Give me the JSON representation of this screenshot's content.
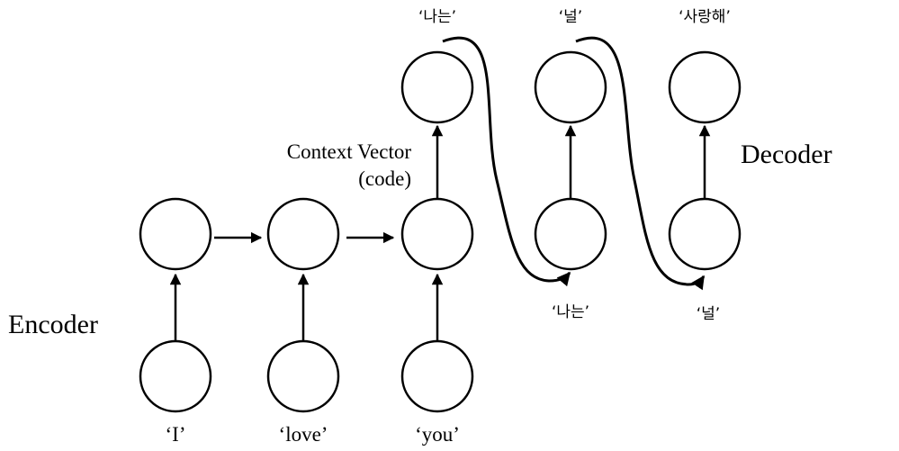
{
  "labels": {
    "encoder": "Encoder",
    "decoder": "Decoder",
    "context_vector": "Context Vector",
    "context_code": "(code)"
  },
  "encoder_inputs": [
    "‘I’",
    "‘love’",
    "‘you’"
  ],
  "decoder_outputs": [
    "‘나는’",
    "‘널’",
    "‘사랑해’"
  ],
  "decoder_inputs": [
    "‘나는’",
    "‘널’"
  ]
}
